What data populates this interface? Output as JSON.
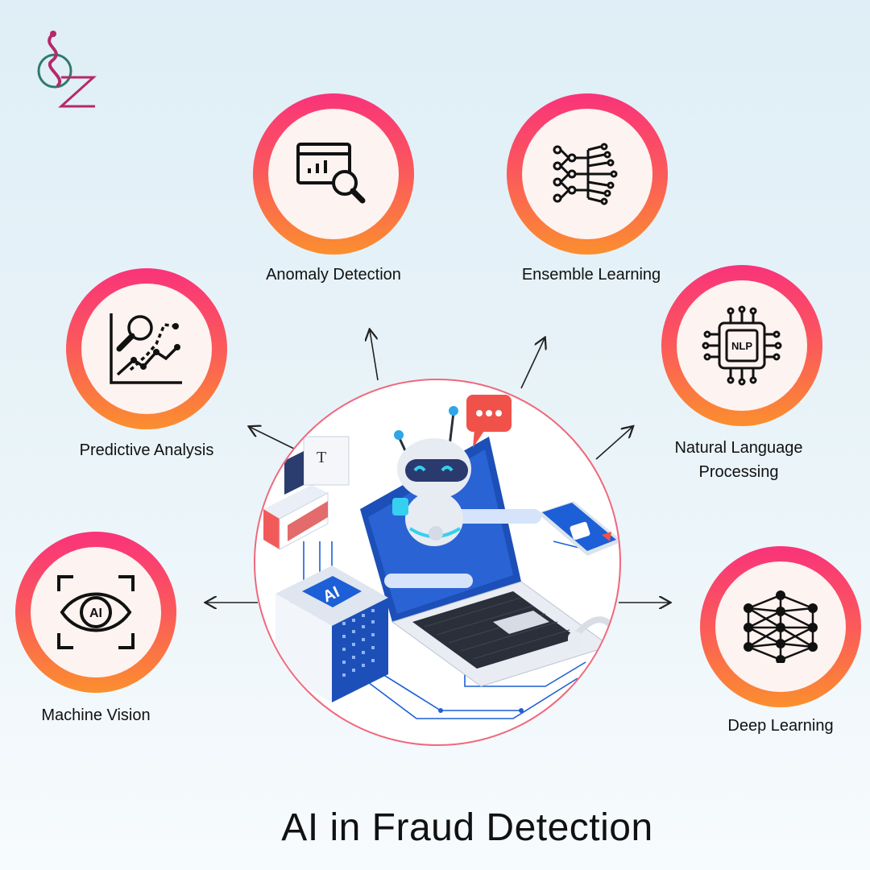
{
  "title": "AI in Fraud Detection",
  "logo": {
    "text": "Z"
  },
  "nodes": [
    {
      "label": "Anomaly Detection",
      "icon": "analytics-search-icon"
    },
    {
      "label": "Ensemble Learning",
      "icon": "neural-tree-icon"
    },
    {
      "label": "Predictive Analysis",
      "icon": "chart-magnifier-icon"
    },
    {
      "label_line1": "Natural Language",
      "label_line2": "Processing",
      "icon": "nlp-chip-icon",
      "chip_text": "NLP"
    },
    {
      "label": "Machine Vision",
      "icon": "ai-eye-icon",
      "eye_text": "AI"
    },
    {
      "label": "Deep Learning",
      "icon": "neural-network-icon"
    }
  ],
  "hub": {
    "cube_text": "AI",
    "doc_text": "T",
    "icon": "ai-robot-laptop-illustration"
  },
  "colors": {
    "ring_top": "#f9337a",
    "ring_bottom": "#fb8f2e",
    "accent_blue": "#1d5fd6",
    "chat_red": "#f0524a"
  }
}
